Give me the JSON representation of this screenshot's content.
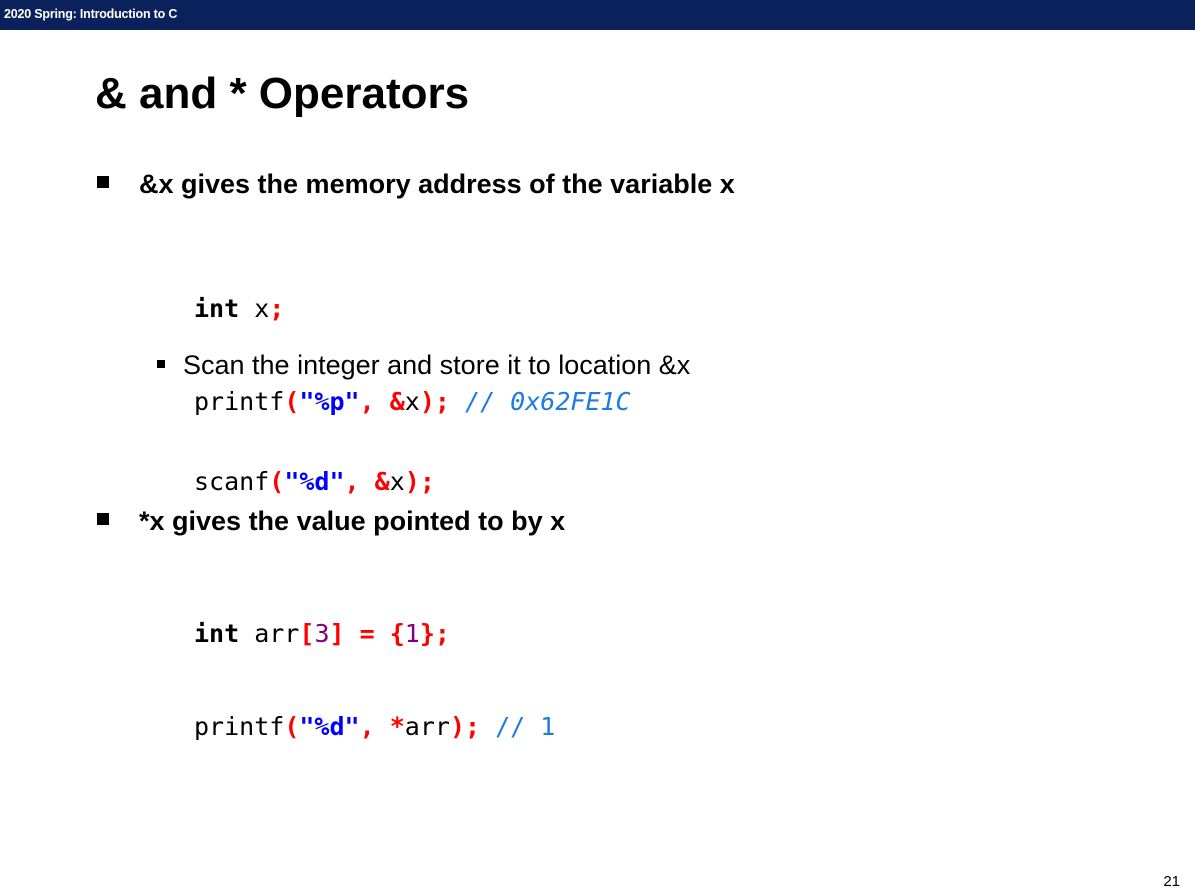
{
  "header": {
    "course": "2020 Spring: Introduction to C"
  },
  "slide": {
    "title": "& and * Operators",
    "page_number": "21",
    "bullet1": "&x gives the memory address of the variable x",
    "code1": {
      "line1": {
        "kw": "int",
        "ident": " x",
        "end": ";"
      },
      "line2": {
        "fn": "printf",
        "open": "(",
        "quote1": "\"",
        "fmt": "%p",
        "quote2": "\"",
        "comma": ",",
        "space": " ",
        "amp": "&",
        "arg": "x",
        "close": ");",
        "comment": "// 0x62FE1C"
      }
    },
    "sub_bullet": "Scan the integer and store it to location &x",
    "code2": {
      "fn": "scanf",
      "open": "(",
      "str": "\"%d\"",
      "comma": ",",
      "amp": "&",
      "arg": "x",
      "close": ");"
    },
    "bullet2": "*x gives the value pointed to by x",
    "code3": {
      "line1": {
        "kw": "int",
        "ident": " arr",
        "lbr": "[",
        "size": "3",
        "rbr": "]",
        "eq": " = ",
        "lbrace": "{",
        "val": "1",
        "rbrace": "};"
      },
      "line2": {
        "fn": "printf",
        "open": "(",
        "str": "\"%d\"",
        "comma": ",",
        "star": "*",
        "arg": "arr",
        "close": ");",
        "comment": "// 1"
      }
    }
  }
}
